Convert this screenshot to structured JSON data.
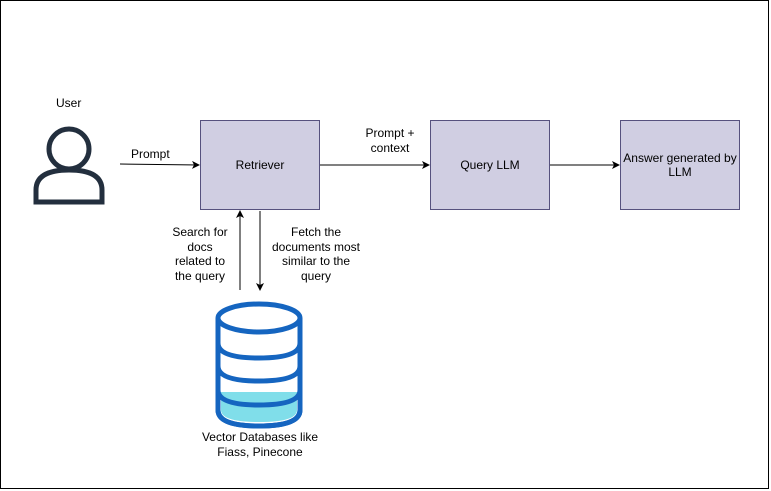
{
  "nodes": {
    "user": {
      "label": "User",
      "icon": "user-icon"
    },
    "retriever": {
      "label": "Retriever"
    },
    "query_llm": {
      "label": "Query LLM"
    },
    "answer": {
      "label": "Answer generated by\nLLM"
    },
    "vector_db": {
      "label": "Vector Databases like\nFiass, Pinecone",
      "icon": "database-icon"
    }
  },
  "edges": {
    "prompt": {
      "label": "Prompt"
    },
    "prompt_context": {
      "label": "Prompt +\ncontext"
    },
    "search": {
      "label": "Search for\ndocs\nrelated to\nthe query"
    },
    "fetch": {
      "label": "Fetch the\ndocuments most\nsimilar to the\nquery"
    }
  },
  "colors": {
    "box_fill": "#d0cee2",
    "box_stroke": "#56517e",
    "user_icon": "#232f3e",
    "db_stroke": "#1565c0",
    "db_fill_bottom": "#80deea"
  }
}
